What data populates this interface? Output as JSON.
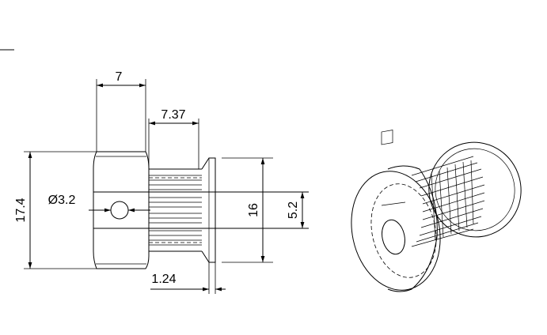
{
  "dimensions": {
    "hub_length": "7",
    "tooth_length": "7.37",
    "outer_diameter": "17.4",
    "hole_diameter": "Ø3.2",
    "flange_thickness": "1.24",
    "tooth_diameter": "16",
    "bore_diameter": "5.2"
  }
}
